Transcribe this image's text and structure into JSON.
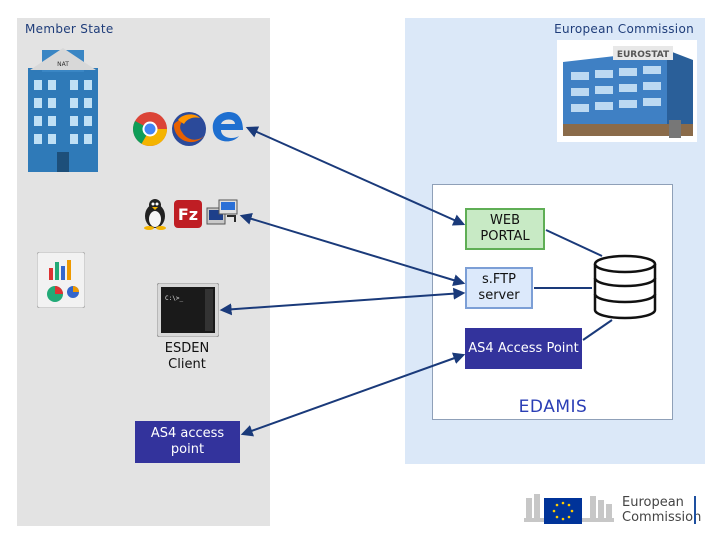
{
  "panels": {
    "member_state_label": "Member State",
    "commission_label": "European Commission"
  },
  "diagram": {
    "web_portal": "WEB PORTAL",
    "sftp_server": "s.FTP server",
    "as4_access_point": "AS4 Access Point",
    "edamis": "EDAMIS",
    "esden_client": "ESDEN Client",
    "as4_access_point_left": "AS4 access point",
    "eurostat_sign": "EUROSTAT"
  },
  "logo": {
    "line1": "European",
    "line2": "Commission"
  },
  "colors": {
    "member_panel": "#e3e3e3",
    "commission_panel": "#dbe8f8",
    "as4_box": "#33339c",
    "web_box": "#c8eac5",
    "sftp_box": "#dce9fb",
    "arrow": "#1a3a7a",
    "edamis_text": "#2a3eb5"
  },
  "icons": [
    "building-icon",
    "chrome-icon",
    "firefox-icon",
    "edge-icon",
    "linux-icon",
    "filezilla-icon",
    "ftp-transfer-icon",
    "charts-icon",
    "terminal-icon",
    "eurostat-building-icon",
    "database-icon",
    "eu-flag-icon"
  ]
}
